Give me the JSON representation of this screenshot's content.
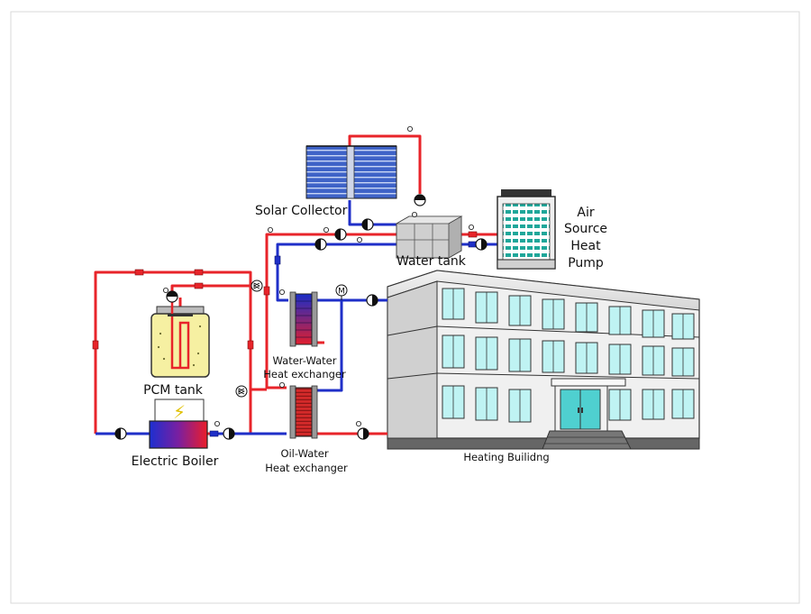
{
  "labels": {
    "solar_collector": "Solar Collector",
    "water_tank": "Water tank",
    "air_source_heat_pump": [
      "Air",
      "Source",
      "Heat",
      "Pump"
    ],
    "pcm_tank": "PCM tank",
    "electric_boiler": "Electric Boiler",
    "water_water_hx": [
      "Water-Water",
      "Heat exchanger"
    ],
    "oil_water_hx": [
      "Oil-Water",
      "Heat exchanger"
    ],
    "heating_building": "Heating Builidng"
  },
  "symbols": {
    "motor_valve": "M",
    "lightning": "⚡"
  },
  "colors": {
    "hot_pipe": "#e8242a",
    "cold_pipe": "#1f2fc8",
    "frame_border": "#d8d8d8",
    "collector_blue": "#3f63c7",
    "pcm_fill": "#f6f0a2",
    "window_cyan": "#bff3f3",
    "heat_pump_coil": "#1fa79a"
  },
  "icons": [
    "pump-icon",
    "valve-icon",
    "motor-valve-icon",
    "lightning-icon",
    "thermometer-icon"
  ]
}
